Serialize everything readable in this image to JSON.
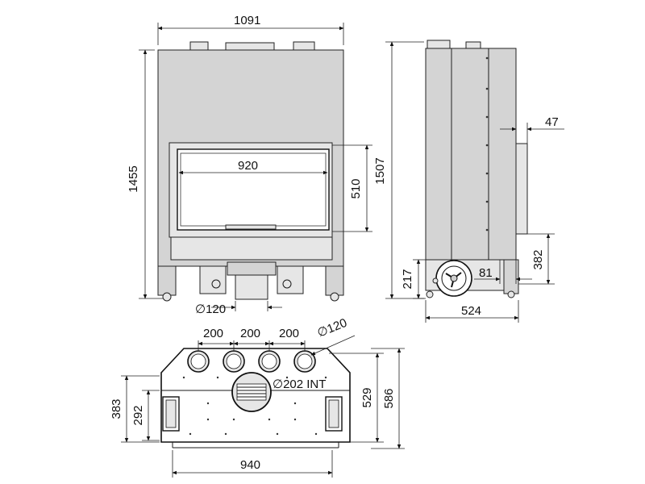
{
  "front_view": {
    "overall_width": "1091",
    "overall_height": "1455",
    "glass_width": "920",
    "glass_height": "510",
    "flue_diameter": "∅120"
  },
  "side_view": {
    "overall_height": "1507",
    "offset_top": "47",
    "air_inlet_height": "217",
    "offset_inlet": "81",
    "handle_height": "382",
    "depth": "524"
  },
  "top_view": {
    "spacing_1": "200",
    "spacing_2": "200",
    "spacing_3": "200",
    "outlet_diameter": "∅120",
    "main_flue": "∅202 INT",
    "inner_height_left": "383",
    "inner_height_left_2": "292",
    "depth_1": "529",
    "depth_2": "586",
    "width": "940"
  }
}
